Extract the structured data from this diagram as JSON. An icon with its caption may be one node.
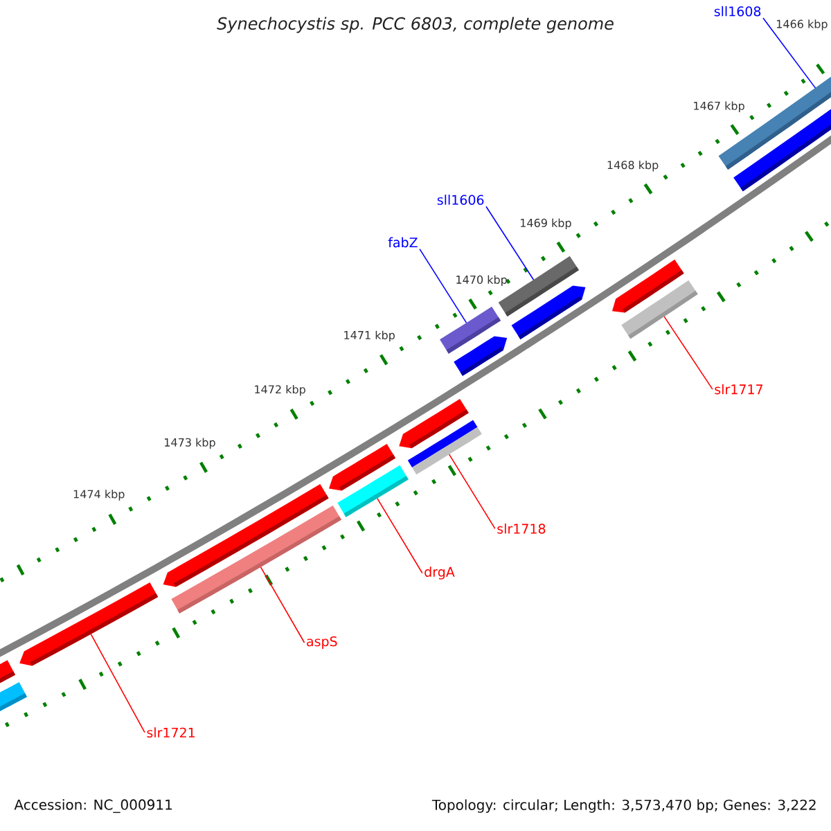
{
  "diagram": {
    "title": "Synechocystis sp. PCC 6803, complete genome",
    "nodes": [
      {
        "text": [
          "sll1608"
        ]
      },
      {
        "text": [
          "sll1606"
        ]
      },
      {
        "text": [
          "fabZ"
        ]
      },
      {
        "text": [
          "slr1717"
        ]
      },
      {
        "text": [
          "slr1718"
        ]
      },
      {
        "text": [
          "drgA"
        ]
      },
      {
        "text": [
          "aspS"
        ]
      },
      {
        "text": [
          "slr1721"
        ]
      },
      {
        "text": [],
        "shape": "bar"
      },
      {
        "text": [],
        "shape": "bar"
      },
      {
        "text": [],
        "shape": "bar"
      },
      {
        "text": [],
        "shape": "bar"
      },
      {
        "text": [],
        "shape": "bar"
      },
      {
        "text": [],
        "shape": "bar"
      },
      {
        "text": [],
        "shape": "bar"
      },
      {
        "text": [],
        "shape": "arrow"
      }
    ],
    "edges": [
      {
        "from": 0,
        "to": 8,
        "arrow": "none",
        "color": "#0000ff"
      },
      {
        "from": 1,
        "to": 9,
        "arrow": "none",
        "color": "#0000ff"
      },
      {
        "from": 2,
        "to": 10,
        "arrow": "none",
        "color": "#0000ff"
      },
      {
        "from": 3,
        "to": 11,
        "arrow": "none",
        "color": "#ff0000"
      },
      {
        "from": 4,
        "to": 12,
        "arrow": "none",
        "color": "#ff0000"
      },
      {
        "from": 5,
        "to": 13,
        "arrow": "none",
        "color": "#ff0000"
      },
      {
        "from": 6,
        "to": 14,
        "arrow": "none",
        "color": "#ff0000"
      },
      {
        "from": 7,
        "to": 15,
        "arrow": "none",
        "color": "#ff0000"
      }
    ],
    "labels": [
      "1466 kbp",
      "1467 kbp",
      "1468 kbp",
      "1469 kbp",
      "1470 kbp",
      "1471 kbp",
      "1472 kbp",
      "1473 kbp",
      "1474 kbp",
      "Accession: NC_000911",
      "Topology: circular; Length: 3,573,470 bp; Genes: 3,222"
    ]
  }
}
